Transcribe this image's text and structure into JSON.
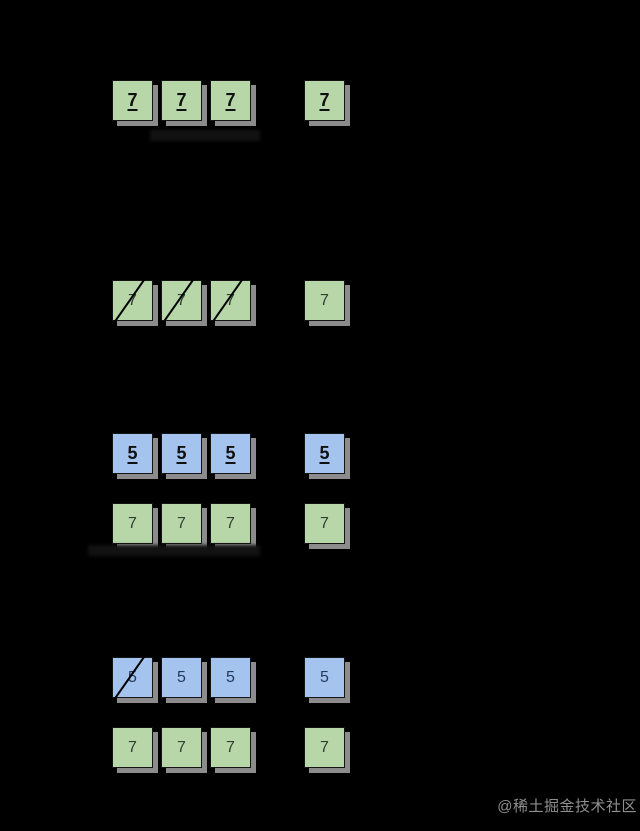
{
  "colors": {
    "background": "#000000",
    "green_fill": "#b7d7a8",
    "blue_fill": "#a4c3ef",
    "box_border": "#141414",
    "box_shadow": "#8c8c8c",
    "slash": "#000000",
    "watermark": "#8f8f8f"
  },
  "groups": [
    {
      "name": "group-1",
      "rows": [
        {
          "color": "green",
          "emphasis": true,
          "values": [
            "7",
            "7",
            "7"
          ],
          "struck": [
            false,
            false,
            false
          ],
          "single": {
            "value": "7",
            "color": "green",
            "emphasis": true,
            "struck": false
          }
        }
      ]
    },
    {
      "name": "group-2",
      "rows": [
        {
          "color": "green",
          "emphasis": false,
          "values": [
            "7",
            "7",
            "7"
          ],
          "struck": [
            true,
            true,
            true
          ],
          "single": {
            "value": "7",
            "color": "green",
            "emphasis": false,
            "struck": false
          }
        }
      ]
    },
    {
      "name": "group-3",
      "rows": [
        {
          "color": "blue",
          "emphasis": true,
          "values": [
            "5",
            "5",
            "5"
          ],
          "struck": [
            false,
            false,
            false
          ],
          "single": {
            "value": "5",
            "color": "blue",
            "emphasis": true,
            "struck": false
          }
        },
        {
          "color": "green",
          "emphasis": false,
          "values": [
            "7",
            "7",
            "7"
          ],
          "struck": [
            false,
            false,
            false
          ],
          "single": {
            "value": "7",
            "color": "green",
            "emphasis": false,
            "struck": false
          }
        }
      ]
    },
    {
      "name": "group-4",
      "rows": [
        {
          "color": "blue",
          "emphasis": false,
          "values": [
            "5",
            "5",
            "5"
          ],
          "struck": [
            true,
            false,
            false
          ],
          "single": {
            "value": "5",
            "color": "blue",
            "emphasis": false,
            "struck": false
          }
        },
        {
          "color": "green",
          "emphasis": false,
          "values": [
            "7",
            "7",
            "7"
          ],
          "struck": [
            false,
            false,
            false
          ],
          "single": {
            "value": "7",
            "color": "green",
            "emphasis": false,
            "struck": false
          }
        }
      ]
    }
  ],
  "watermark": {
    "text": "@稀土掘金技术社区"
  }
}
